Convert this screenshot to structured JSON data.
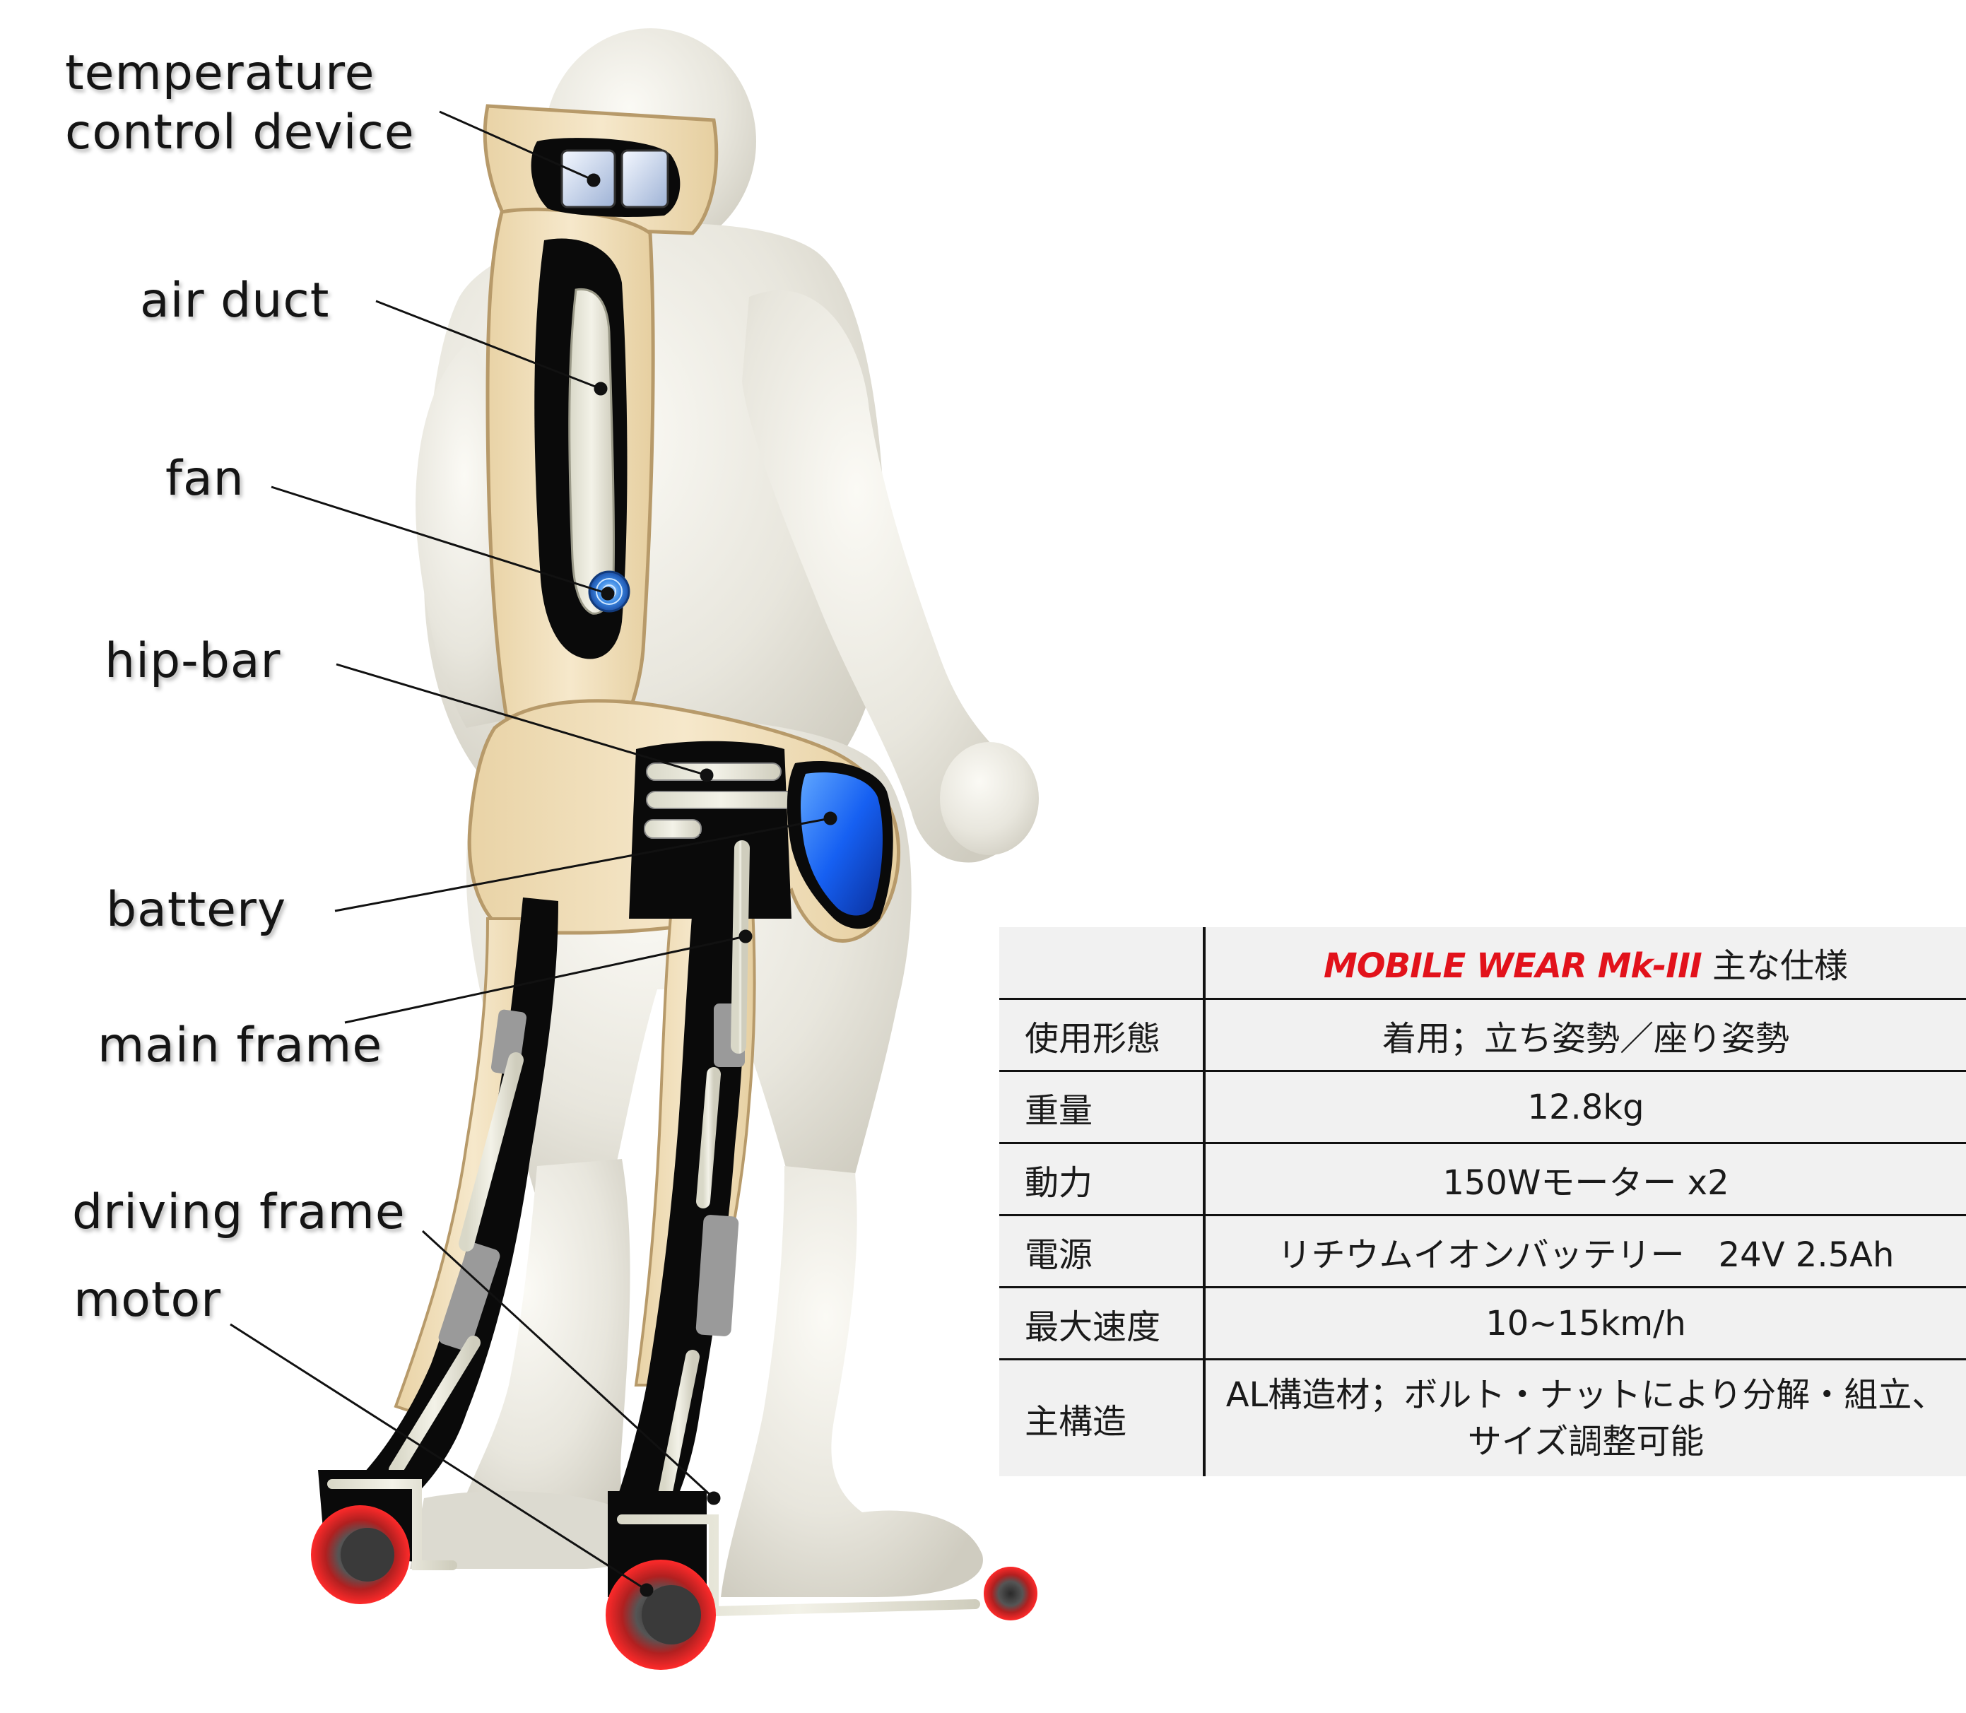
{
  "colors": {
    "background": "#ffffff",
    "body_suit": "#e7e5dc",
    "frame_beige": "#efdcb6",
    "frame_outline": "#b79a6a",
    "duct_black": "#0a0a0a",
    "fan_blue": "#2f7fe0",
    "battery_blue": "#1450e6",
    "wheel_red": "#ef1e1e",
    "table_bg": "#f1f1f1",
    "brand_red": "#e2121b"
  },
  "icons": [
    "fan-icon",
    "battery-icon",
    "wheel-icon"
  ],
  "callouts": {
    "temperature": "temperature\ncontrol device",
    "air_duct": "air duct",
    "fan": "fan",
    "hip_bar": "hip-bar",
    "battery": "battery",
    "main_frame": "main frame",
    "driving_frame": "driving frame",
    "motor": "motor"
  },
  "spec_table": {
    "title_brand": "MOBILE WEAR Mk-III",
    "title_suffix": " 主な仕様",
    "rows": [
      {
        "label": "使用形態",
        "value": "着用；立ち姿勢／座り姿勢"
      },
      {
        "label": "重量",
        "value": "12.8kg"
      },
      {
        "label": "動力",
        "value": "150Wモーター x2"
      },
      {
        "label": "電源",
        "value": "リチウムイオンバッテリー　24V 2.5Ah"
      },
      {
        "label": "最大速度",
        "value": "10~15km/h"
      },
      {
        "label": "主構造",
        "value": "AL構造材；ボルト・ナットにより分解・組立、\nサイズ調整可能"
      }
    ]
  }
}
